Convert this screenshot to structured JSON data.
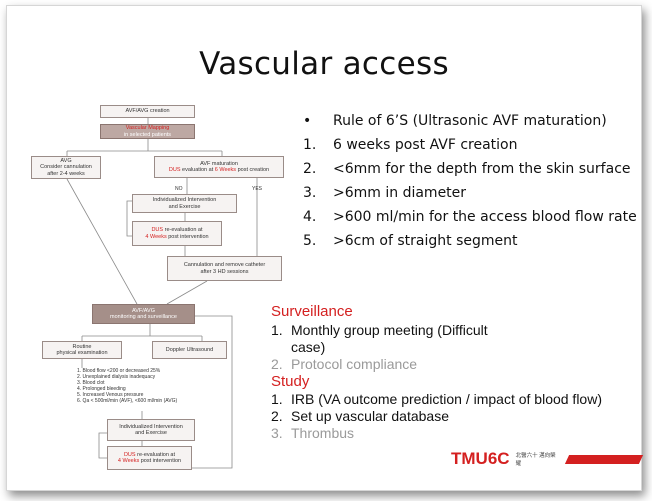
{
  "slide": {
    "title": "Vascular access"
  },
  "rule_list": {
    "heading": "Rule of 6’S (Ultrasonic AVF maturation)",
    "items": [
      {
        "num": "1.",
        "text": "6 weeks post AVF creation"
      },
      {
        "num": "2.",
        "text": "<6mm for the depth from the skin surface"
      },
      {
        "num": "3.",
        "text": ">6mm in diameter"
      },
      {
        "num": "4.",
        "text": ">600 ml/min for the access blood flow rate"
      },
      {
        "num": "5.",
        "text": ">6cm of straight segment"
      }
    ]
  },
  "surveillance": {
    "heading": "Surveillance",
    "items": [
      {
        "num": "1.",
        "text": "Monthly group meeting (Difficult case)"
      },
      {
        "num": "2.",
        "text": "Protocol compliance"
      }
    ]
  },
  "study": {
    "heading": "Study",
    "items": [
      {
        "num": "1.",
        "text": "IRB (VA outcome prediction / impact of blood flow)"
      },
      {
        "num": "2.",
        "text": "Set up vascular database"
      },
      {
        "num": "3.",
        "text": "Thrombus"
      }
    ]
  },
  "flowchart": {
    "creation": "AVF/AVG creation",
    "mapping_1": "Vascular Mapping",
    "mapping_2": "in selected patients",
    "avg_1": "AVG",
    "avg_2": "Consider cannulation",
    "avg_3": "after 2-4 weeks",
    "maturation_1": "AVF maturation",
    "maturation_2a": "DUS",
    "maturation_2b": " evaluation at ",
    "maturation_2c": "6 Weeks",
    "maturation_2d": " post creation",
    "no": "NO",
    "yes": "YES",
    "intervention_1": "Individualized Intervention",
    "intervention_2": "and Exercise",
    "reeval_1a": "DUS",
    "reeval_1b": " re-evaluation at",
    "reeval_2a": "4 Weeks",
    "reeval_2b": " post intervention",
    "cannulation_1": "Cannulation and remove catheter",
    "cannulation_2": "after 3 HD sessions",
    "monitor_1": "AVF/AVG",
    "monitor_2": "monitoring and surveillance",
    "routine_1": "Routine",
    "routine_2": "physical examination",
    "doppler": "Doppler Ultrasound",
    "criteria": [
      "1.  Blood flow <200 or decreased 25%",
      "2.  Unexplained dialysis inadequacy",
      "3.  Blood clot",
      "4.  Prolonged bleeding",
      "5.  Increased Venous pressure",
      "6.  Qa < 500ml/min (AVF), <600 ml/min (AVG)"
    ],
    "intervention2_1": "Individualized Intervention",
    "intervention2_2": "and Exercise",
    "reeval2_1a": "DUS",
    "reeval2_1b": " re-evaluation at",
    "reeval2_2a": "4 Weeks",
    "reeval2_2b": " post intervention"
  },
  "logo": {
    "text": "TMU6C",
    "tagline": "北醫六十 邁向榮耀"
  },
  "colors": {
    "accent_red": "#d42020",
    "box_dark": "#a58f89",
    "box_light": "#e9e4e2",
    "line_grey": "#8a8a8a"
  }
}
